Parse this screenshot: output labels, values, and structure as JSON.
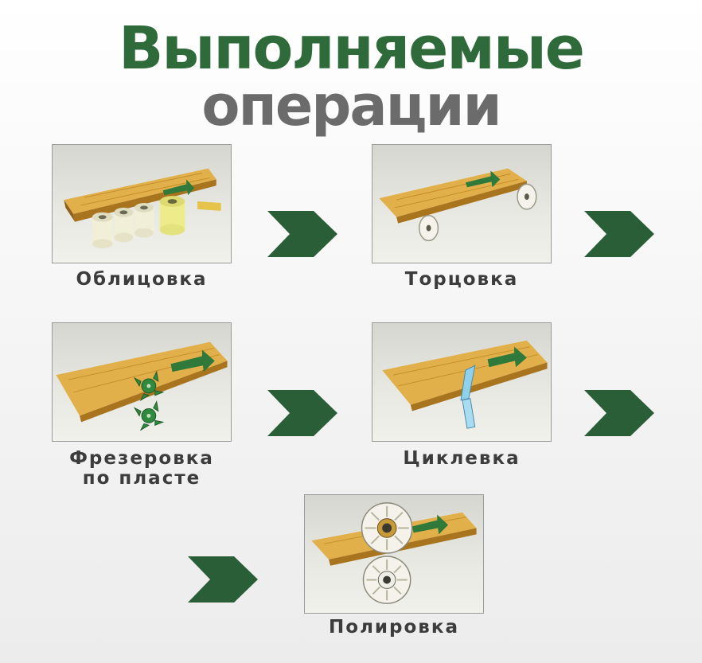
{
  "title": {
    "line1": "Выполняемые",
    "line2": "операции"
  },
  "colors": {
    "accent_green": "#2f6b3a",
    "title_gray": "#6b6b6b",
    "arrow_green": "#2a5e37",
    "wood": "#d9a53a",
    "label_gray": "#3c3c3c"
  },
  "operations": [
    {
      "label": "Облицовка",
      "icon": "veneering-rollers-icon"
    },
    {
      "label": "Торцовка",
      "icon": "end-trimming-saws-icon"
    },
    {
      "label_line1": "Фрезеровка",
      "label_line2": "по пласте",
      "icon": "face-milling-cutters-icon"
    },
    {
      "label": "Циклевка",
      "icon": "scraping-blade-icon"
    },
    {
      "label": "Полировка",
      "icon": "polishing-discs-icon"
    }
  ]
}
